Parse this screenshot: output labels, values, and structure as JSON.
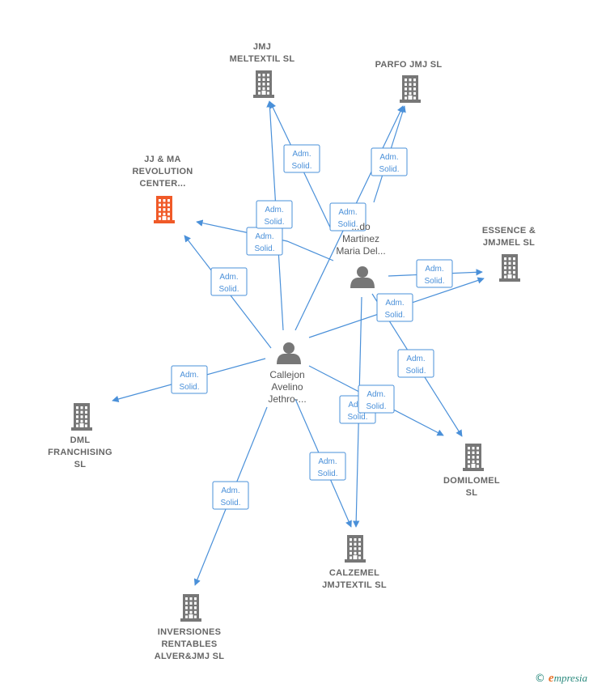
{
  "companies": [
    {
      "id": "jjma",
      "lines": [
        "JJ & MA",
        "REVOLUTION",
        "CENTER..."
      ],
      "highlight": true
    },
    {
      "id": "meltextil",
      "lines": [
        "JMJ",
        "MELTEXTIL  SL"
      ]
    },
    {
      "id": "parfo",
      "lines": [
        "PARFO JMJ  SL"
      ]
    },
    {
      "id": "essence",
      "lines": [
        "ESSENCE &",
        "JMJMEL  SL"
      ]
    },
    {
      "id": "dml",
      "lines": [
        "DML",
        "FRANCHISING",
        "SL"
      ]
    },
    {
      "id": "domilomel",
      "lines": [
        "DOMILOMEL",
        "SL"
      ]
    },
    {
      "id": "calzemel",
      "lines": [
        "CALZEMEL",
        "JMJTEXTIL  SL"
      ]
    },
    {
      "id": "inversiones",
      "lines": [
        "INVERSIONES",
        "RENTABLES",
        "ALVER&JMJ  SL"
      ]
    }
  ],
  "persons": [
    {
      "id": "p1",
      "lines": [
        "...do",
        "Martinez",
        "Maria Del..."
      ]
    },
    {
      "id": "p2",
      "lines": [
        "Callejon",
        "Avelino",
        "Jethro-..."
      ]
    }
  ],
  "edge_label": [
    "Adm.",
    "Solid."
  ],
  "colors": {
    "edge": "#4a90d9",
    "building": "#777777",
    "highlight": "#f05a28",
    "person": "#777777"
  },
  "footer": {
    "copyright": "©",
    "brand_initial": "e",
    "brand_rest": "mpresia"
  }
}
